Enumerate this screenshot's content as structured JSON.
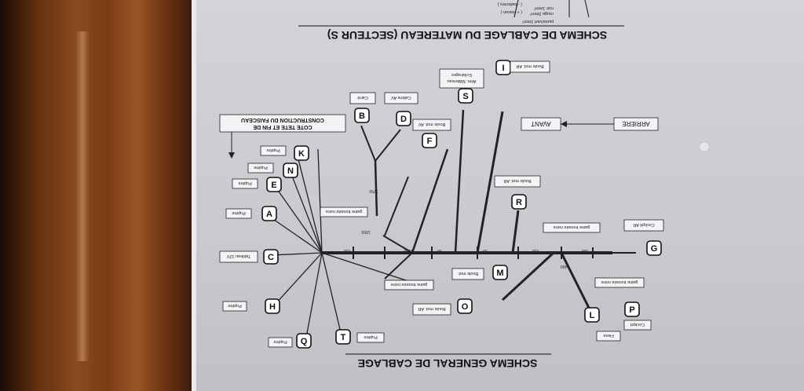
{
  "titles": {
    "bottom": "SCHEMA GENERAL DE CABLAGE",
    "top": "SCHEMA DE CABLAGE DU MATEREAU (SECTEUR S)"
  },
  "top_notes": [
    "jaune/vert 1mm²",
    "rouge 2mm²",
    "noir 1mm²",
    "( + klaxon )",
    "( - batteries )"
  ],
  "node_letters": [
    "G",
    "C",
    "A",
    "E",
    "N",
    "K",
    "B",
    "D",
    "F",
    "S",
    "I",
    "R",
    "M",
    "O",
    "P",
    "L",
    "H",
    "Q",
    "T"
  ],
  "boxes": {
    "cockpit_ar": "Cockpit AR",
    "tableau": "Tableau 12V",
    "pupitre": "Pupitre",
    "gaine_main": "gaine tressée noire",
    "gaine_p": "gaine tressée noire",
    "gaine_fan": "gaine tressée noire",
    "gaine_upper": "gaine tressée noire",
    "boule_mot": "Boule mot.",
    "boule_mot_ar": "Boule mot. AR",
    "cockpit": "Cockpit",
    "flexe": "Flexe",
    "boule_mot_av": "Boule mot. AV",
    "boule_mot_ar2": "Boule mot. AR",
    "cabine_av": "Cabine AV",
    "carre": "Carré",
    "alim": "Alim. Mâtereau",
    "eclairages": "Eclairages",
    "boule_ar_top": "Boule mot. AR",
    "arriere": "ARRIERE",
    "avant": "AVANT",
    "cote_tete_1": "COTE TETE ET FIN DE",
    "cote_tete_2": "CONSTRUCTION DU FAISCEAU"
  },
  "dims": [
    "500",
    "450",
    "250",
    "50",
    "96",
    "1350",
    "250",
    "1650",
    "1750"
  ]
}
